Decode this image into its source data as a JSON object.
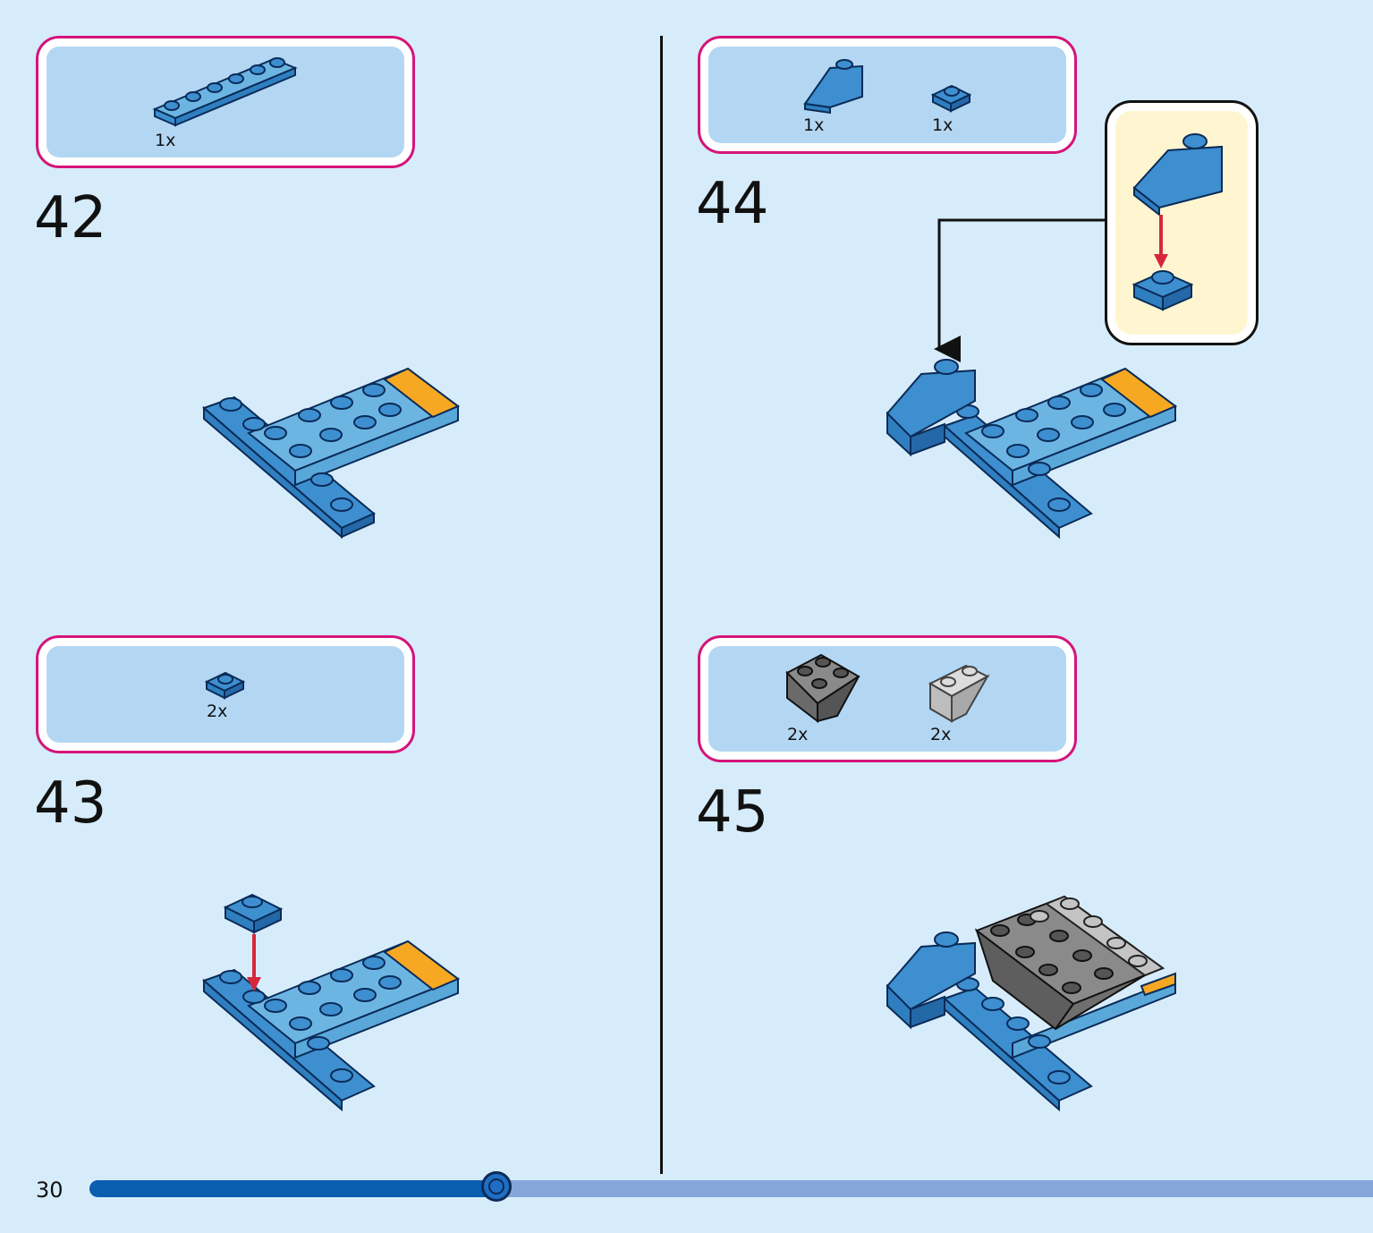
{
  "page_number": "30",
  "progress": 0.3,
  "steps": [
    {
      "number": "42",
      "parts": [
        {
          "qty": "1x",
          "part": "blue 1x6 plate"
        }
      ]
    },
    {
      "number": "43",
      "parts": [
        {
          "qty": "2x",
          "part": "blue 1x1 plate"
        }
      ]
    },
    {
      "number": "44",
      "parts": [
        {
          "qty": "1x",
          "part": "blue 2x1 slope"
        },
        {
          "qty": "1x",
          "part": "blue 1x1 plate"
        }
      ]
    },
    {
      "number": "45",
      "parts": [
        {
          "qty": "2x",
          "part": "dark grey inverted slope"
        },
        {
          "qty": "2x",
          "part": "light grey inverted slope"
        }
      ]
    }
  ],
  "colors": {
    "background": "#d6ecfa",
    "parts_box": "#b3d7f3",
    "parts_box_border": "#d6147a",
    "callout": "#fff6d1",
    "brick_blue": "#3d8fd0",
    "brick_light_blue": "#6cb5e3",
    "brick_orange": "#f6a823",
    "brick_dark_grey": "#7a7a7a",
    "brick_light_grey": "#c4c4c4",
    "arrow_red": "#d6283a",
    "progress_fill": "#0a5eb0",
    "progress_track": "#85a6d9"
  }
}
